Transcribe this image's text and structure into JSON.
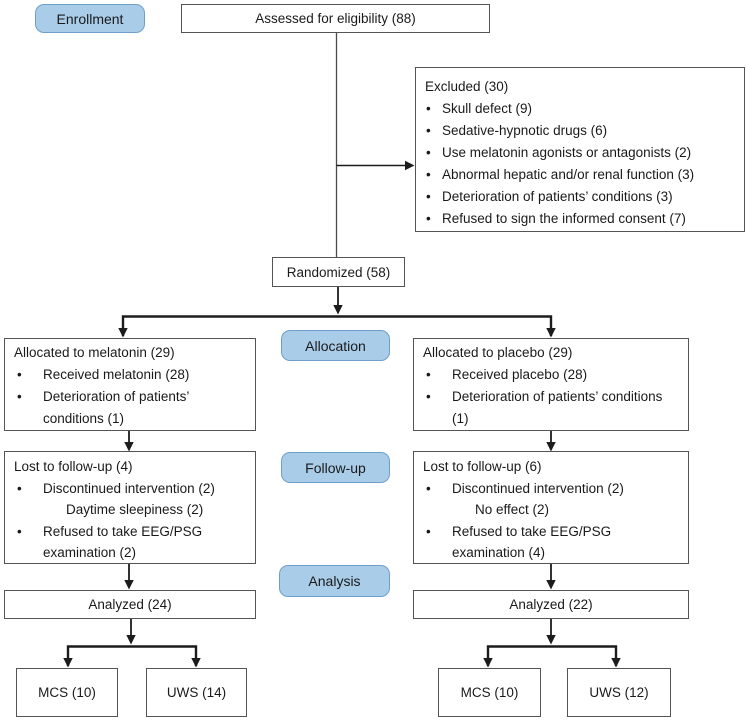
{
  "glyphs": {
    "bullet": "•"
  },
  "colors": {
    "stage_fill": "#A9CDE9",
    "stage_border": "#6F9FC8",
    "box_border": "#545454",
    "arrow": "#1C1C1C"
  },
  "stage_labels": {
    "enrollment": "Enrollment",
    "allocation": "Allocation",
    "followup": "Follow-up",
    "analysis": "Analysis"
  },
  "flow": {
    "assessed": "Assessed for eligibility (88)",
    "excluded": {
      "title": "Excluded (30)",
      "items": [
        "Skull defect (9)",
        "Sedative-hypnotic drugs (6)",
        "Use melatonin agonists or antagonists (2)",
        "Abnormal hepatic and/or renal function (3)",
        "Deterioration of patients’ conditions (3)",
        "Refused to sign the informed consent (7)"
      ]
    },
    "randomized": "Randomized (58)",
    "melatonin": {
      "title": "Allocated to melatonin (29)",
      "items": [
        {
          "text": "Received melatonin (28)"
        },
        {
          "text": "Deterioration of patients’ conditions (1)"
        }
      ]
    },
    "placebo": {
      "title": "Allocated to placebo (29)",
      "items": [
        {
          "text": "Received placebo (28)"
        },
        {
          "text": "Deterioration of patients’ conditions (1)"
        }
      ]
    },
    "lost_melatonin": {
      "title": "Lost to follow-up (4)",
      "items": [
        {
          "text": "Discontinued intervention (2)",
          "sub": "Daytime sleepiness (2)"
        },
        {
          "text": "Refused to take EEG/PSG examination (2)"
        }
      ]
    },
    "lost_placebo": {
      "title": "Lost to follow-up (6)",
      "items": [
        {
          "text": "Discontinued intervention (2)",
          "sub": "No effect (2)"
        },
        {
          "text": "Refused to take EEG/PSG examination (4)"
        }
      ]
    },
    "analyzed_melatonin": "Analyzed (24)",
    "analyzed_placebo": "Analyzed (22)",
    "mcs_melatonin": "MCS (10)",
    "uws_melatonin": "UWS (14)",
    "mcs_placebo": "MCS (10)",
    "uws_placebo": "UWS (12)"
  }
}
